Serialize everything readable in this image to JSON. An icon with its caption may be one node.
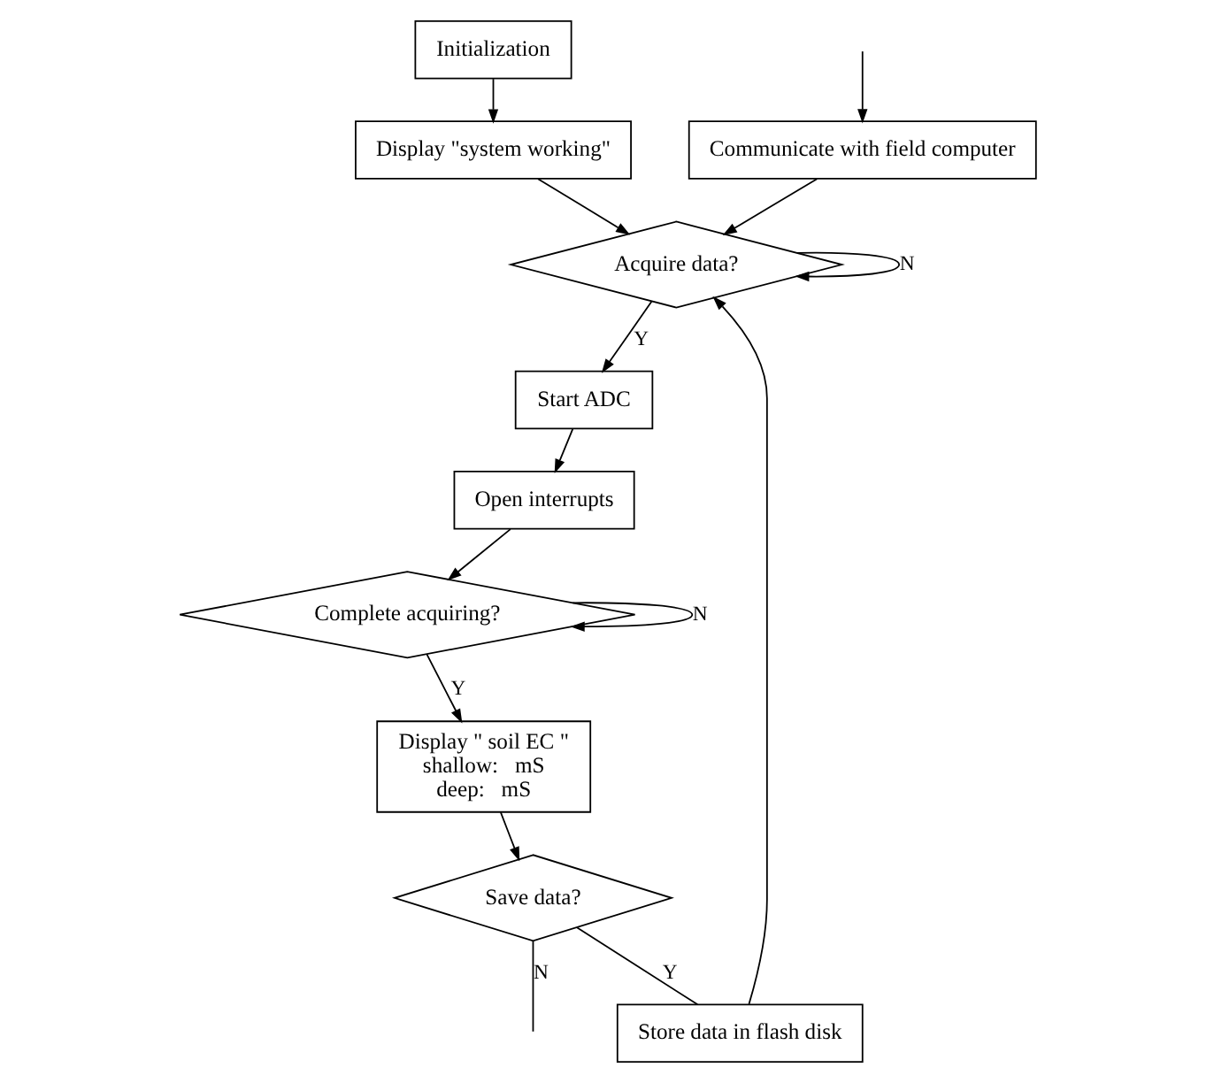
{
  "diagram": {
    "nodes": [
      {
        "text": [
          "Initialization"
        ]
      },
      {
        "text": [
          "Display \"system working\""
        ]
      },
      {
        "text": [
          "Acquire data?"
        ]
      },
      {
        "text": [
          "Start ADC"
        ]
      },
      {
        "text": [
          "Open interrupts"
        ]
      },
      {
        "text": [
          "Complete acquiring?"
        ]
      },
      {
        "text": [
          "Display \" soil EC \"",
          "shallow:   mS",
          "deep:   mS"
        ]
      },
      {
        "text": [
          "Save data?"
        ]
      },
      {
        "text": [
          "Store data in flash disk"
        ]
      },
      {
        "text": [
          "Communicate with field computer"
        ]
      }
    ],
    "edges": [
      {
        "from": 0,
        "to": 1,
        "arrow": "to"
      },
      {
        "from": 1,
        "to": 2,
        "arrow": "to"
      },
      {
        "from": 2,
        "to": 3,
        "arrow": "to",
        "label": "Y"
      },
      {
        "from": 2,
        "to": 2,
        "arrow": "to",
        "label": "N"
      },
      {
        "from": 3,
        "to": 4,
        "arrow": "to"
      },
      {
        "from": 4,
        "to": 5,
        "arrow": "to"
      },
      {
        "from": 5,
        "to": 5,
        "arrow": "to",
        "label": "N"
      },
      {
        "from": 5,
        "to": 6,
        "arrow": "to",
        "label": "Y"
      },
      {
        "from": 6,
        "to": 7,
        "arrow": "to"
      },
      {
        "from": 7,
        "to": 8,
        "arrow": "none",
        "label": "Y"
      },
      {
        "from": 7,
        "to": null,
        "arrow": "none",
        "label": "N"
      },
      {
        "from": 8,
        "to": 2,
        "arrow": "to"
      },
      {
        "from": 9,
        "to": 2,
        "arrow": "to"
      },
      {
        "from": null,
        "to": 9,
        "arrow": "to"
      }
    ]
  }
}
